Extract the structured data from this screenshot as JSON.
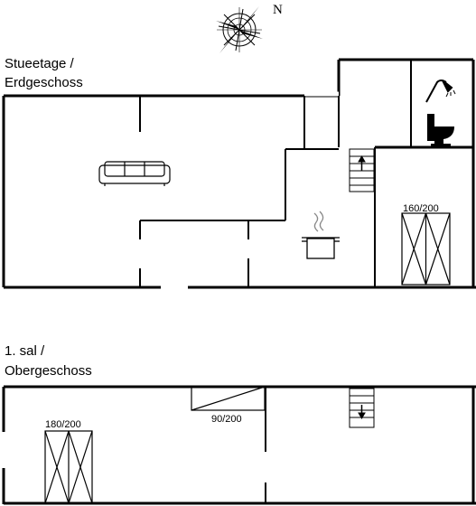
{
  "compass": {
    "north_label": "N",
    "icon": "compass-rose-icon"
  },
  "ground_floor": {
    "label_line1": "Stueetage /",
    "label_line2": "Erdgeschoss",
    "rooms": {
      "living": {
        "icon": "sofa-icon"
      },
      "kitchen": {
        "icon": "cooking-pot-icon"
      },
      "bathroom": {
        "icons": [
          "shower-icon",
          "toilet-icon"
        ]
      },
      "staircase": {
        "direction": "up",
        "icon": "stairs-up-icon"
      },
      "bedroom": {
        "bed_size": "160/200",
        "icon": "bed-icon"
      }
    }
  },
  "first_floor": {
    "label_line1": "1. sal /",
    "label_line2": "Obergeschoss",
    "rooms": {
      "bedroom_left": {
        "bed_size": "180/200",
        "icon": "bed-icon"
      },
      "bedroom_middle": {
        "bed_size": "90/200",
        "icon": "bed-icon"
      },
      "staircase": {
        "direction": "down",
        "icon": "stairs-down-icon"
      }
    }
  }
}
